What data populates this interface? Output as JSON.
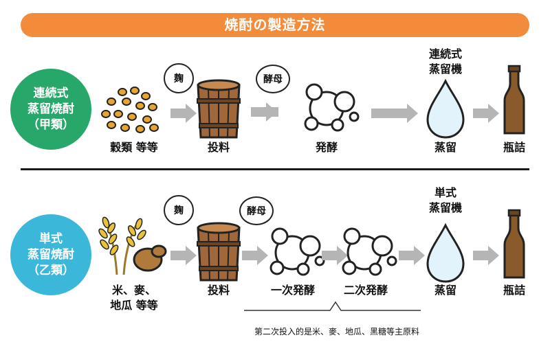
{
  "title": "焼酎の製造方法",
  "row1": {
    "category": "連続式\n蒸留焼酎\n（甲類）",
    "raw_label": "穀類 等等",
    "bubble_koji": "麹",
    "bubble_yeast": "酵母",
    "step_mash": "投料",
    "step_ferment": "発酵",
    "still_label": "連続式\n蒸留機",
    "step_distill": "蒸留",
    "step_bottle": "瓶詰"
  },
  "row2": {
    "category": "単式\n蒸留焼酎\n（乙類）",
    "raw_label": "米、麥、\n地瓜 等等",
    "bubble_koji": "麹",
    "bubble_yeast": "酵母",
    "step_mash": "投料",
    "step_ferment1": "一次発酵",
    "step_ferment2": "二次発酵",
    "still_label": "単式\n蒸留機",
    "step_distill": "蒸留",
    "step_bottle": "瓶詰"
  },
  "note": "第二次投入的是米、麥、地瓜、黑糖等主原料",
  "colors": {
    "banner": "#f28c3a",
    "row1_circle": "#27a86a",
    "row2_circle": "#3bb8d9",
    "barrel": "#a0683a",
    "bottle": "#8a5a2b",
    "arrow": "#b5b5b5",
    "droplet": "#e3f3fb",
    "grain": "#e6a534"
  }
}
